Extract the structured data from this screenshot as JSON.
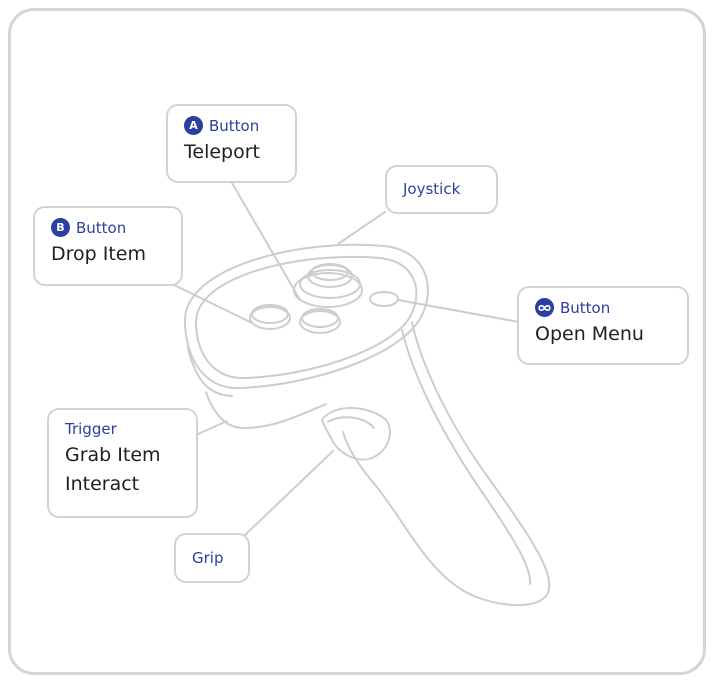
{
  "colors": {
    "accent": "#2b3f9e",
    "text": "#1f1f1f",
    "border": "#d2d2d2",
    "frame": "#d4d4d4",
    "line": "#cdcdcd"
  },
  "callouts": {
    "a_button": {
      "badge": "A",
      "badge_icon": "a-button-icon",
      "label": "Button",
      "action": "Teleport"
    },
    "joystick": {
      "label": "Joystick"
    },
    "b_button": {
      "badge": "B",
      "badge_icon": "b-button-icon",
      "label": "Button",
      "action": "Drop Item"
    },
    "meta_button": {
      "badge_icon": "meta-infinity-icon",
      "label": "Button",
      "action": "Open Menu"
    },
    "trigger": {
      "label": "Trigger",
      "action_line1": "Grab Item",
      "action_line2": "Interact"
    },
    "grip": {
      "label": "Grip"
    }
  }
}
